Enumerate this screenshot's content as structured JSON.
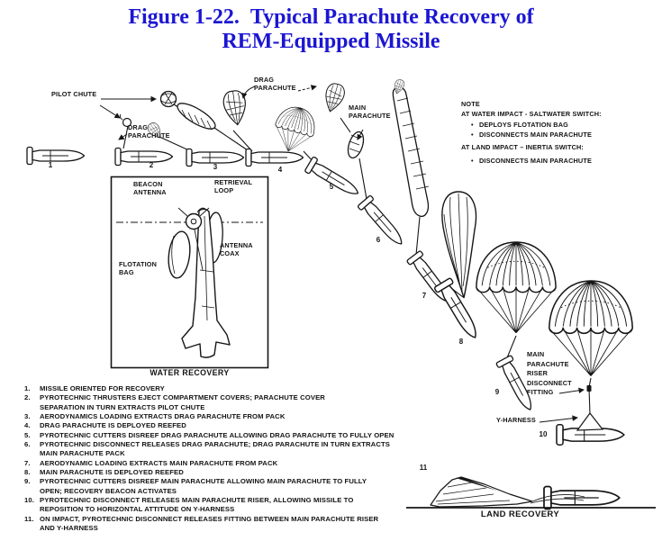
{
  "title": {
    "line1": "Figure 1-22.  Typical Parachute Recovery of",
    "line2": "REM-Equipped Missile"
  },
  "colors": {
    "title_blue": "#1c16d2",
    "ink": "#161616"
  },
  "stages": [
    "1",
    "2",
    "3",
    "4",
    "5",
    "6",
    "7",
    "8",
    "9",
    "10",
    "11"
  ],
  "callouts": {
    "pilot_chute": "PILOT CHUTE",
    "drag_parachute_a": "DRAG\nPARACHUTE",
    "drag_parachute_b": "DRAG\nPARACHUTE",
    "main_parachute": "MAIN\nPARACHUTE",
    "riser_fitting": "MAIN\nPARACHUTE\nRISER\nDISCONNECT\nFITTING",
    "y_harness": "Y-HARNESS"
  },
  "note": {
    "title": "NOTE",
    "bullet": "•",
    "water_heading": "AT WATER IMPACT - SALTWATER SWITCH:",
    "water_items": [
      "DEPLOYS FLOTATION BAG",
      "DISCONNECTS MAIN PARACHUTE"
    ],
    "land_heading": "AT LAND IMPACT – INERTIA SWITCH:",
    "land_items": [
      "DISCONNECTS MAIN PARACHUTE"
    ]
  },
  "inset": {
    "beacon_antenna": "BEACON\nANTENNA",
    "retrieval_loop": "RETRIEVAL\nLOOP",
    "antenna_coax": "ANTENNA\nCOAX",
    "flotation_bag": "FLOTATION\nBAG",
    "caption": "WATER RECOVERY"
  },
  "land": {
    "caption": "LAND RECOVERY"
  },
  "steps": [
    {
      "num": "1.",
      "text": "MISSILE ORIENTED FOR RECOVERY"
    },
    {
      "num": "2.",
      "text": "PYROTECHNIC THRUSTERS EJECT COMPARTMENT COVERS; PARACHUTE COVER\nSEPARATION IN TURN EXTRACTS PILOT CHUTE"
    },
    {
      "num": "3.",
      "text": "AERODYNAMICS LOADING EXTRACTS DRAG PARACHUTE FROM PACK"
    },
    {
      "num": "4.",
      "text": "DRAG PARACHUTE IS DEPLOYED REEFED"
    },
    {
      "num": "5.",
      "text": "PYROTECHNIC CUTTERS DISREEF DRAG PARACHUTE ALLOWING DRAG PARACHUTE TO FULLY OPEN"
    },
    {
      "num": "6.",
      "text": "PYROTECHNIC DISCONNECT RELEASES DRAG PARACHUTE; DRAG PARACHUTE IN TURN EXTRACTS\nMAIN PARACHUTE PACK"
    },
    {
      "num": "7.",
      "text": "AERODYNAMIC LOADING EXTRACTS MAIN PARACHUTE FROM PACK"
    },
    {
      "num": "8.",
      "text": "MAIN PARACHUTE IS DEPLOYED REEFED"
    },
    {
      "num": "9.",
      "text": "PYROTECHNIC CUTTERS DISREEF MAIN PARACHUTE ALLOWING MAIN PARACHUTE TO FULLY\nOPEN; RECOVERY BEACON ACTIVATES"
    },
    {
      "num": "10.",
      "text": "PYROTECHNIC DISCONNECT RELEASES MAIN PARACHUTE RISER, ALLOWING MISSILE TO\nREPOSITION TO HORIZONTAL ATTITUDE ON Y-HARNESS"
    },
    {
      "num": "11.",
      "text": "ON IMPACT, PYROTECHNIC DISCONNECT RELEASES FITTING BETWEEN MAIN PARACHUTE RISER\nAND Y-HARNESS"
    }
  ]
}
